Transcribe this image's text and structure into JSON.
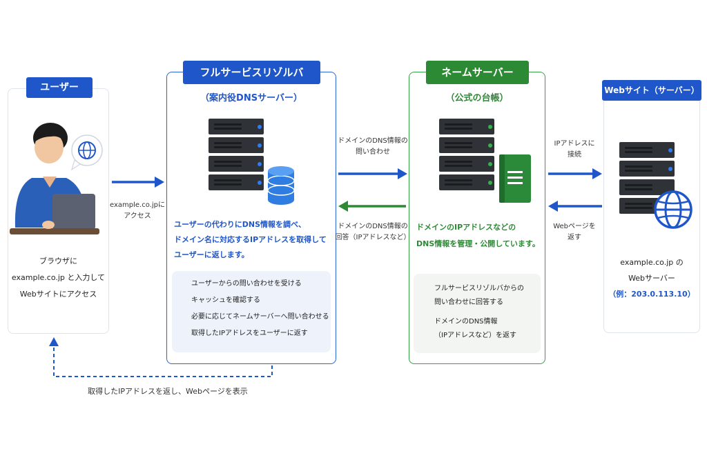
{
  "user": {
    "tag": "ユーザー",
    "desc_lines": [
      "ブラウザに",
      "example.co.jp と入力して",
      "Webサイトにアクセス"
    ]
  },
  "resolver": {
    "tag": "フルサービスリゾルバ",
    "subtitle": "（案内役DNSサーバー）",
    "desc_lines": [
      "ユーザーの代わりにDNS情報を調べ、",
      "ドメイン名に対応するIPアドレスを取得して",
      "ユーザーに返します。"
    ],
    "steps": [
      "ユーザーからの問い合わせを受ける",
      "キャッシュを確認する",
      "必要に応じてネームサーバーへ問い合わせる",
      "取得したIPアドレスをユーザーに返す"
    ]
  },
  "nameserver": {
    "tag": "ネームサーバー",
    "subtitle": "（公式の台帳）",
    "desc_lines": [
      "ドメインのIPアドレスなどの",
      "DNS情報を管理・公開しています。"
    ],
    "steps": [
      [
        "フルサービスリゾルバからの",
        "問い合わせに回答する"
      ],
      [
        "ドメインのDNS情報",
        "（IPアドレスなど）を返す"
      ]
    ]
  },
  "website": {
    "tag": "Webサイト（サーバー）",
    "lines": [
      "example.co.jp の",
      "Webサーバー"
    ],
    "example": "（例：203.0.113.10）"
  },
  "arrows": {
    "user_to_resolver": [
      "example.co.jpに",
      "アクセス"
    ],
    "resolver_to_ns": [
      "ドメインのDNS情報の",
      "問い合わせ"
    ],
    "ns_to_resolver": [
      "ドメインのDNS情報の",
      "回答（IPアドレスなど）"
    ],
    "resolver_to_web": [
      "IPアドレスに",
      "接続"
    ],
    "web_to_resolver": [
      "Webページを",
      "返す"
    ],
    "return_to_user": "取得したIPアドレスを返し、Webページを表示"
  },
  "colors": {
    "blue": "#1f56c9",
    "green": "#2c8a35",
    "server": "#2f3338"
  },
  "icons": [
    "globe-icon",
    "server-icon",
    "database-icon",
    "book-icon",
    "check-icon",
    "person-laptop-icon"
  ]
}
